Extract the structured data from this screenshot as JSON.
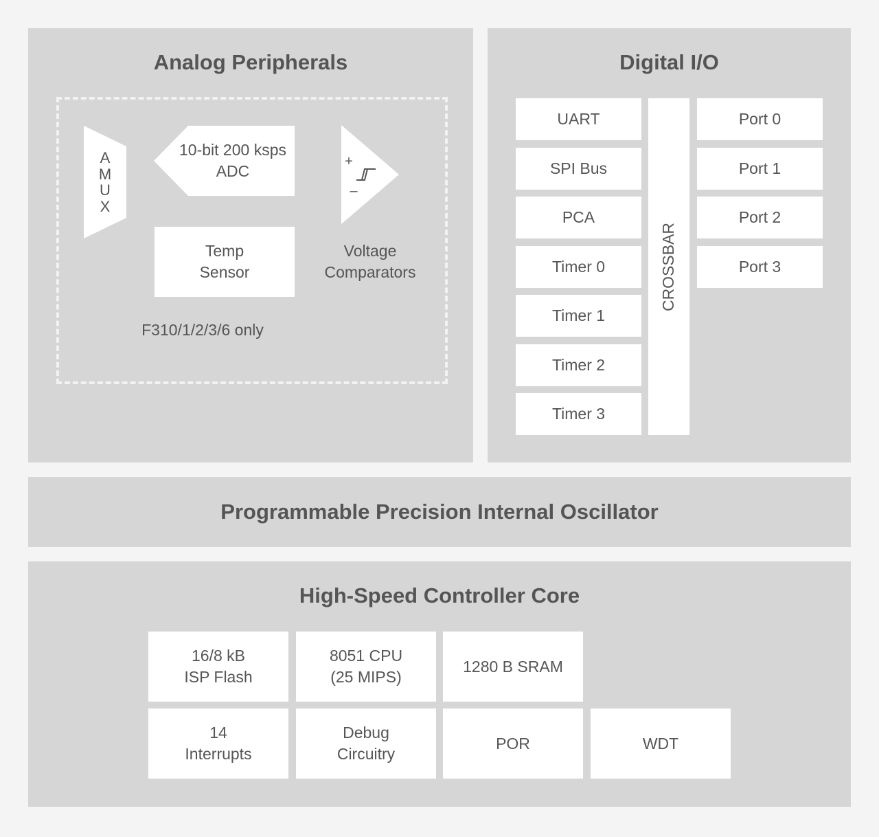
{
  "analog": {
    "title": "Analog Peripherals",
    "amux_letters": [
      "A",
      "M",
      "U",
      "X"
    ],
    "adc_label": "10-bit 200 ksps\nADC",
    "temp_sensor_label": "Temp\nSensor",
    "comparator_plus": "+",
    "comparator_minus": "–",
    "comparators_label": "Voltage\nComparators",
    "variant_note": "F310/1/2/3/6 only"
  },
  "digital": {
    "title": "Digital I/O",
    "peripherals": [
      "UART",
      "SPI Bus",
      "PCA",
      "Timer 0",
      "Timer 1",
      "Timer 2",
      "Timer 3"
    ],
    "crossbar_label": "CROSSBAR",
    "ports": [
      "Port 0",
      "Port 1",
      "Port 2",
      "Port 3"
    ]
  },
  "oscillator": {
    "title": "Programmable Precision Internal Oscillator"
  },
  "core": {
    "title": "High-Speed Controller Core",
    "blocks": [
      "16/8 kB\nISP Flash",
      "8051 CPU\n(25 MIPS)",
      "1280 B SRAM",
      "14\nInterrupts",
      "Debug\nCircuitry",
      "POR",
      "WDT"
    ]
  }
}
